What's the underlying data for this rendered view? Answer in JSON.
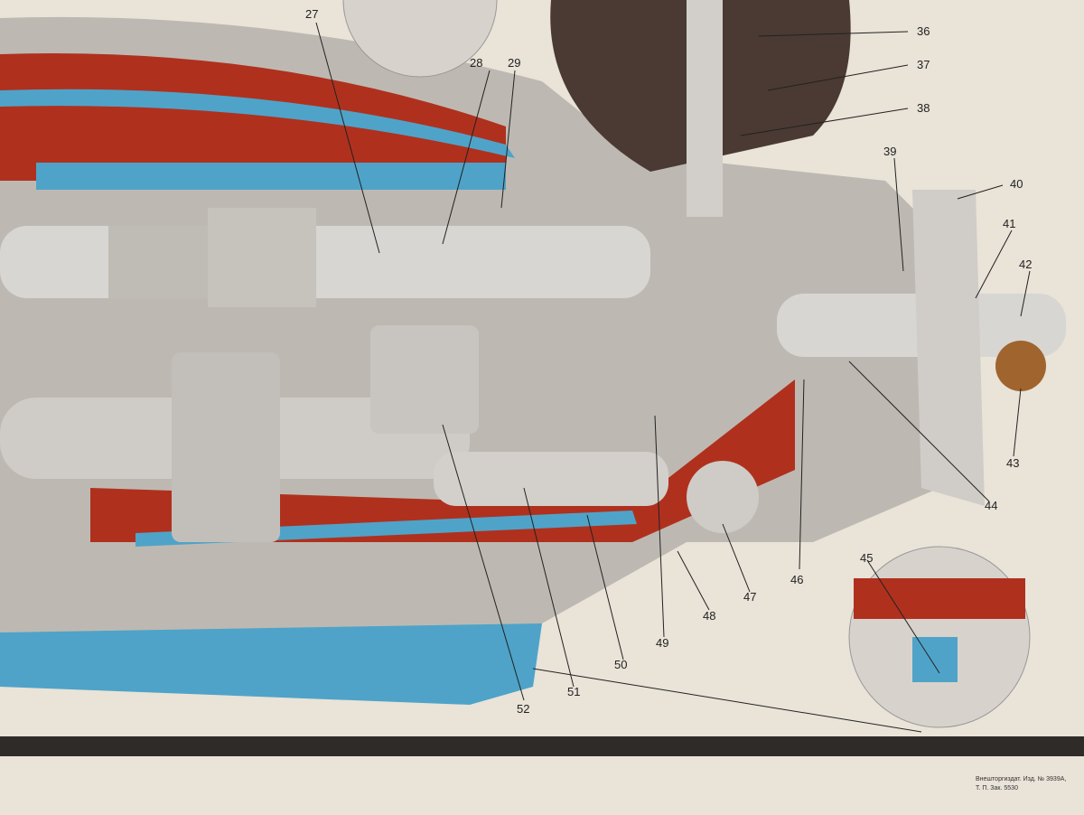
{
  "diagram": {
    "callouts": [
      "27",
      "28",
      "29",
      "36",
      "37",
      "38",
      "39",
      "40",
      "41",
      "42",
      "43",
      "44",
      "45",
      "46",
      "47",
      "48",
      "49",
      "50",
      "51",
      "52"
    ],
    "imprint_line1": "Внешторгиздат. Изд. № 3939А,",
    "imprint_line2": "Т. П. Зак. 5530",
    "colors": {
      "paper": "#e9e3d8",
      "red": "#b0301e",
      "blue": "#4fa3c8",
      "metal": "#c9c6c0",
      "dark": "#4a3a33"
    }
  }
}
